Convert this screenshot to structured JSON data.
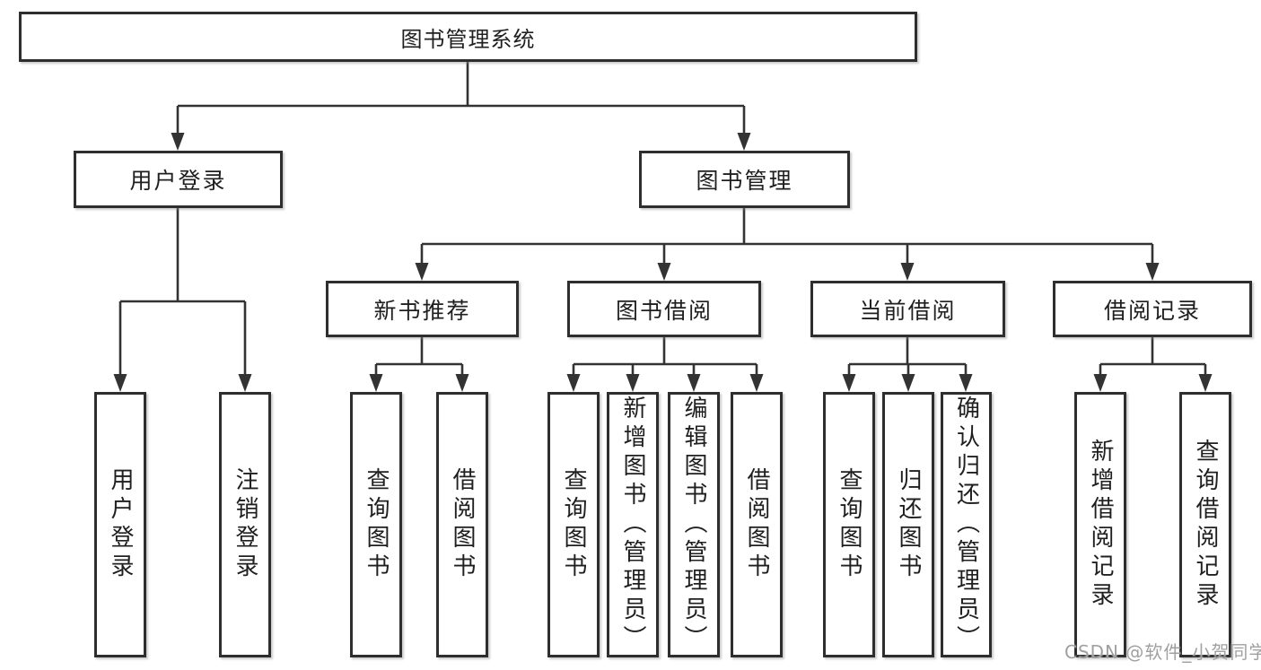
{
  "tree": {
    "root": "图书管理系统",
    "branches": [
      {
        "label": "用户登录",
        "children": [
          "用户登录",
          "注销登录"
        ]
      },
      {
        "label": "图书管理",
        "sections": [
          {
            "label": "新书推荐",
            "children": [
              "查询图书",
              "借阅图书"
            ]
          },
          {
            "label": "图书借阅",
            "children": [
              "查询图书",
              "新增图书（管理员）",
              "编辑图书（管理员）",
              "借阅图书"
            ]
          },
          {
            "label": "当前借阅",
            "children": [
              "查询图书",
              "归还图书",
              "确认归还（管理员）"
            ]
          },
          {
            "label": "借阅记录",
            "children": [
              "新增借阅记录",
              "查询借阅记录"
            ]
          }
        ]
      }
    ]
  },
  "watermark": "CSDN @软件_小贺同学",
  "colors": {
    "line": "#333333",
    "box-border": "#2e2e2e",
    "box-fill": "#ffffff",
    "text": "#1f1f1f",
    "watermark": "#a0a0a0",
    "background": "#ffffff"
  }
}
